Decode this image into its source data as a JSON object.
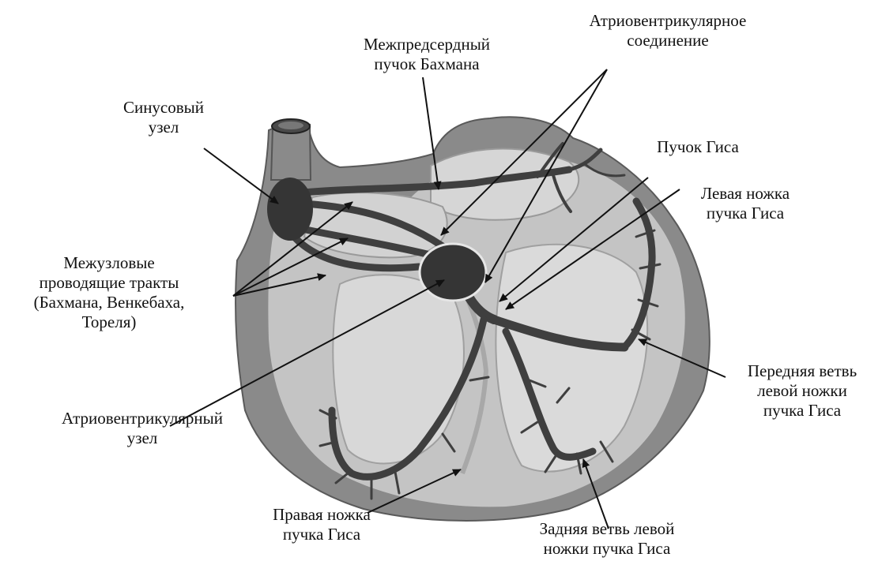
{
  "diagram": {
    "colors": {
      "heart_outer": "#8a8a8a",
      "heart_inner": "#c4c4c4",
      "chamber": "#d6d6d6",
      "conduction": "#3f3f3f",
      "node": "#353535",
      "arrow": "#111111",
      "background": "#ffffff"
    },
    "labels": {
      "sinus_node": {
        "line1": "Синусовый",
        "line2": "узел"
      },
      "bachmann_bundle": {
        "line1": "Межпредсердный",
        "line2": "пучок Бахмана"
      },
      "av_junction": {
        "line1": "Атриовентрикулярное",
        "line2": "соединение"
      },
      "his_bundle": {
        "line1": "Пучок Гиса"
      },
      "left_bundle_branch": {
        "line1": "Левая ножка",
        "line2": "пучка Гиса"
      },
      "internodal_tracts": {
        "line1": "Межузловые",
        "line2": "проводящие тракты",
        "line3": "(Бахмана, Венкебаха,",
        "line4": "Тореля)"
      },
      "av_node": {
        "line1": "Атриовентрикулярный",
        "line2": "узел"
      },
      "right_bundle_branch": {
        "line1": "Правая ножка",
        "line2": "пучка Гиса"
      },
      "left_posterior_fascicle": {
        "line1": "Задняя ветвь левой",
        "line2": "ножки пучка Гиса"
      },
      "left_anterior_fascicle": {
        "line1": "Передняя ветвь",
        "line2": "левой ножки",
        "line3": "пучка Гиса"
      }
    }
  }
}
